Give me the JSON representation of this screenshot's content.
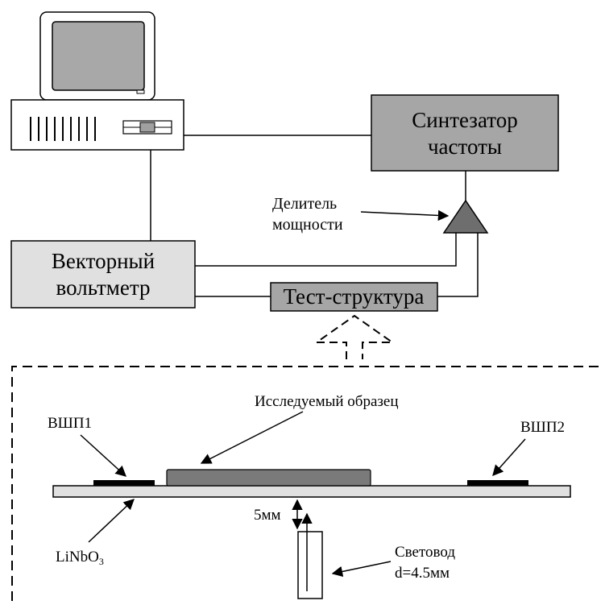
{
  "blocks": {
    "synthesizer": {
      "line1": "Синтезатор",
      "line2": "частоты"
    },
    "voltmeter": {
      "line1": "Векторный",
      "line2": "вольтметр"
    },
    "test_structure": "Тест-структура",
    "divider": {
      "line1": "Делитель",
      "line2": "мощности"
    }
  },
  "detail": {
    "sample": "Исследуемый образец",
    "transducer_1": "ВШП1",
    "transducer_2": "ВШП2",
    "substrate": {
      "base": "LiNbO",
      "sub": "3"
    },
    "gap": "5мм",
    "light_guide": {
      "line1": "Световод",
      "line2": "d=4.5мм"
    }
  },
  "colors": {
    "block_fill": "#a6a6a6",
    "light_fill": "#e0e0e0",
    "divider_fill": "#6e6e6e",
    "sample_fill": "#7a7a7a",
    "electrode_fill": "#000000"
  }
}
